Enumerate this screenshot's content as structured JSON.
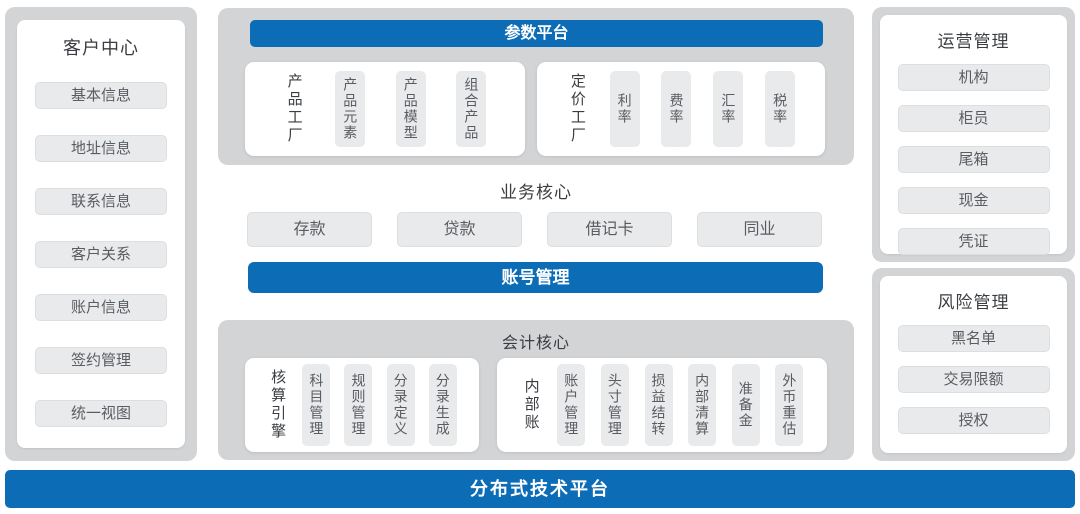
{
  "colors": {
    "accent_blue": "#0c6cb6",
    "panel_gray": "#d3d4d6",
    "chip_gray": "#e9eaeb",
    "card_white": "#ffffff",
    "title_text": "#3a3d42",
    "chip_text": "#595c61"
  },
  "left_panel": {
    "title": "客户中心",
    "items": [
      "基本信息",
      "地址信息",
      "联系信息",
      "客户关系",
      "账户信息",
      "签约管理",
      "统一视图"
    ]
  },
  "param_platform": {
    "title": "参数平台",
    "groups": [
      {
        "label": "产品工厂",
        "items": [
          "产品元素",
          "产品模型",
          "组合产品"
        ]
      },
      {
        "label": "定价工厂",
        "items": [
          "利率",
          "费率",
          "汇率",
          "税率"
        ]
      }
    ]
  },
  "business_core": {
    "title": "业务核心",
    "items": [
      "存款",
      "贷款",
      "借记卡",
      "同业"
    ]
  },
  "account_mgmt": {
    "title": "账号管理"
  },
  "accounting_core": {
    "title": "会计核心",
    "groups": [
      {
        "label": "核算引擎",
        "items": [
          "科目管理",
          "规则管理",
          "分录定义",
          "分录生成"
        ]
      },
      {
        "label": "内部账",
        "items": [
          "账户管理",
          "头寸管理",
          "损益结转",
          "内部清算",
          "准备金",
          "外币重估"
        ]
      }
    ]
  },
  "ops_mgmt": {
    "title": "运营管理",
    "items": [
      "机构",
      "柜员",
      "尾箱",
      "现金",
      "凭证"
    ]
  },
  "risk_mgmt": {
    "title": "风险管理",
    "items": [
      "黑名单",
      "交易限额",
      "授权"
    ]
  },
  "tech_platform": {
    "title": "分布式技术平台"
  }
}
